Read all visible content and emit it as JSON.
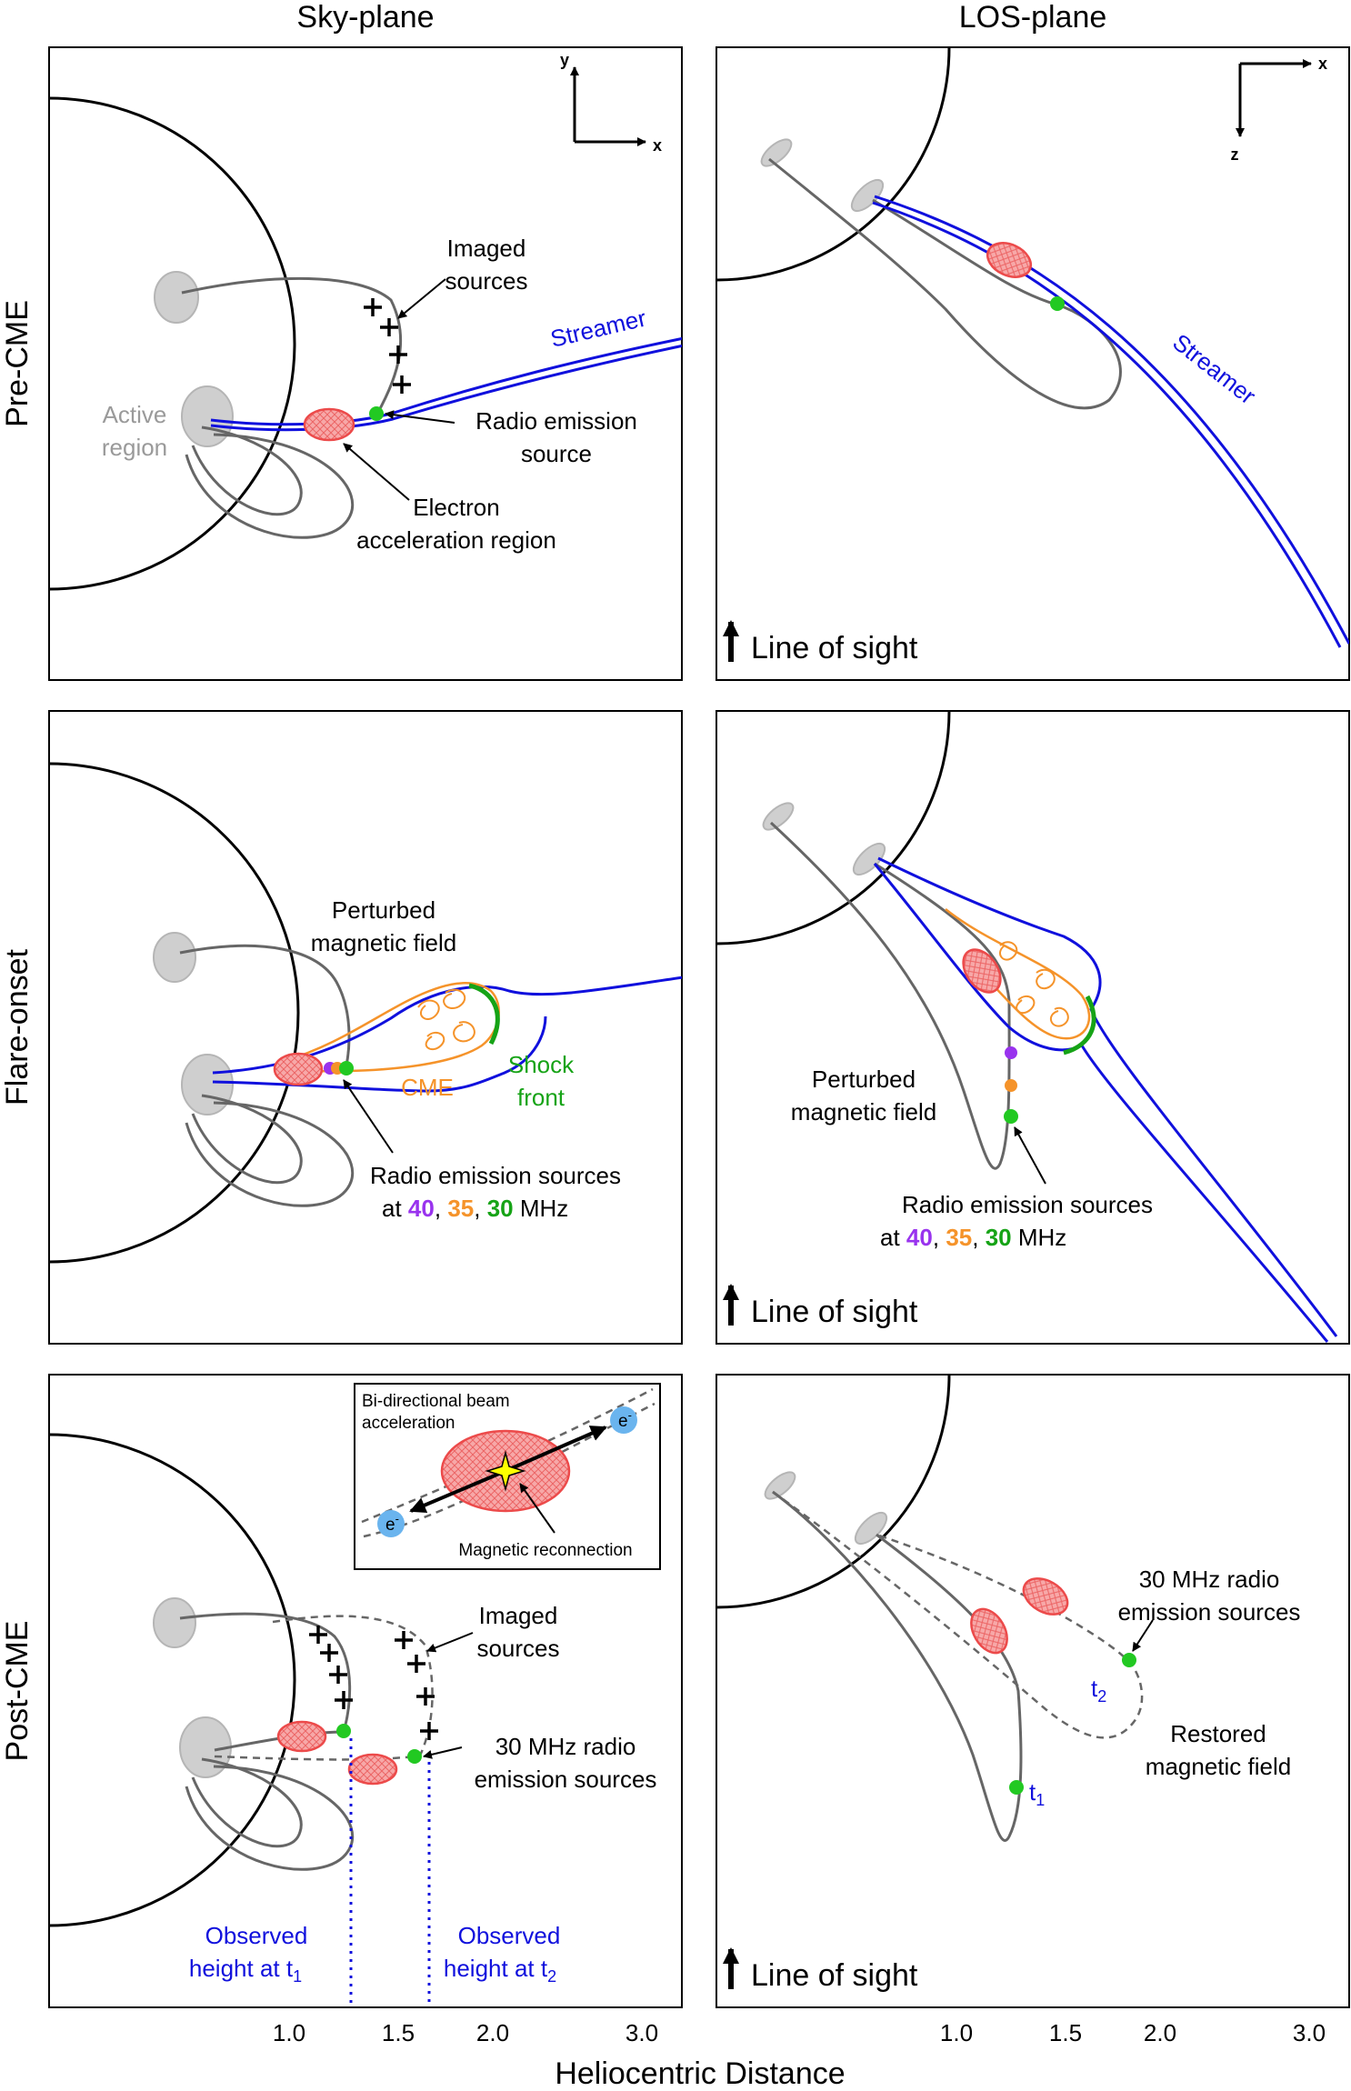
{
  "headers": {
    "left": "Sky-plane",
    "right": "LOS-plane"
  },
  "rows": [
    "Pre-CME",
    "Flare-onset",
    "Post-CME"
  ],
  "x_axis": {
    "label": "Heliocentric Distance",
    "ticks": [
      "1.0",
      "1.5",
      "2.0",
      "3.0"
    ]
  },
  "axes": {
    "x": "x",
    "y": "y",
    "z": "z"
  },
  "pre": {
    "imaged_sources": [
      "Imaged",
      "sources"
    ],
    "streamer": "Streamer",
    "active_region": [
      "Active",
      "region"
    ],
    "radio_source": [
      "Radio emission",
      "source"
    ],
    "electron_region": [
      "Electron",
      "acceleration region"
    ],
    "los_streamer": "Streamer",
    "line_of_sight": "Line of sight"
  },
  "flare": {
    "perturbed": [
      "Perturbed",
      "magnetic field"
    ],
    "cme": "CME",
    "shock": [
      "Shock",
      "front"
    ],
    "radio_sources": "Radio emission sources",
    "at": "at",
    "f40": "40",
    "f35": "35",
    "f30": "30",
    "mhz": "MHz",
    "comma": ",",
    "los_perturbed": [
      "Perturbed",
      "magnetic field"
    ],
    "line_of_sight": "Line of sight"
  },
  "post": {
    "inset_title": [
      "Bi-directional beam",
      "acceleration"
    ],
    "inset_reconnection": "Magnetic reconnection",
    "electron": "e",
    "electron_sup": "-",
    "imaged_sources": [
      "Imaged",
      "sources"
    ],
    "radio_sources": [
      "30 MHz radio",
      "emission sources"
    ],
    "observed_height": [
      "Observed",
      "height at t"
    ],
    "sub1": "1",
    "sub2": "2",
    "t": "t",
    "los_radio_sources": [
      "30 MHz radio",
      "emission sources"
    ],
    "restored": [
      "Restored",
      "magnetic field"
    ],
    "line_of_sight": "Line of sight"
  },
  "colors": {
    "streamer": "#1010dd",
    "radio_green": "#22c922",
    "f40_purple": "#9933ee",
    "f35_orange": "#f5932a",
    "shock_green": "#16a316",
    "region_red": "#ec4a4a",
    "region_fill": "#f7a8a8",
    "footpoint_gray": "#cfcfcf",
    "electron_blue": "#6ab4ee",
    "reconnection_yellow": "#ffff00"
  }
}
